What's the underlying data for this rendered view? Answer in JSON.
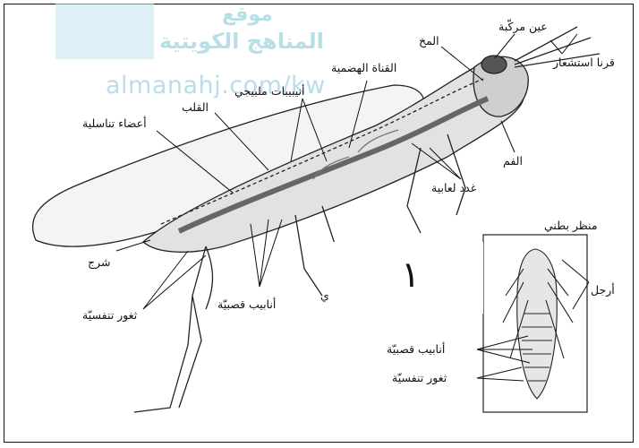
{
  "watermark": {
    "line1": "موقع",
    "line2": "المناهج الكويتية",
    "url": "almanahj.com/kw"
  },
  "labels": {
    "compound_eye": "عين مركّبة",
    "brain": "المخ",
    "antennae": "قرنا استشعار",
    "digestive_canal": "القناة الهضمية",
    "malpighian_tubules": "أنيبيبات ملبيجي",
    "heart": "القلب",
    "reproductive_organs": "أعضاء تناسلية",
    "mouth": "الفم",
    "salivary_glands": "غدد لعابية",
    "anus": "شرج",
    "spiracles": "ثغور تنفسيّة",
    "tracheae": "أنابيب قصبيّة",
    "partial_label": "ي",
    "ventral_view": "منظر بطني",
    "legs": "أرجل",
    "inset_tracheae": "أنابيب قصبيّة",
    "inset_spiracles": "ثغور تنفسيّة"
  },
  "page_number": "١"
}
